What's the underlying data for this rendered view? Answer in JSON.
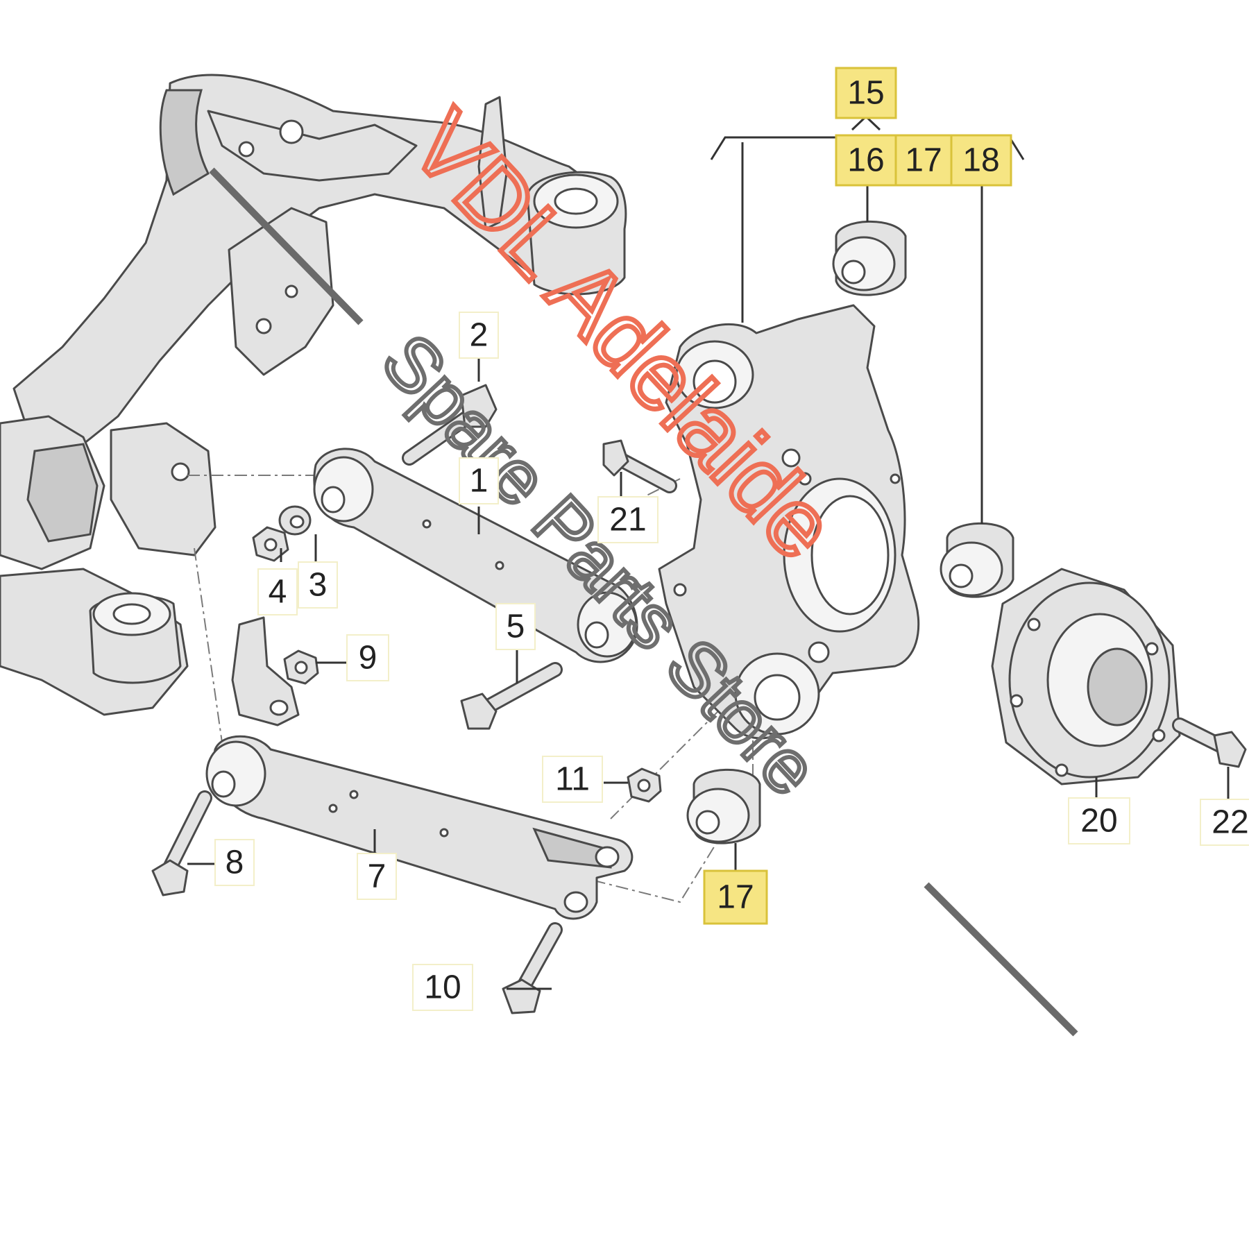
{
  "callouts": {
    "c1": "1",
    "c2": "2",
    "c3": "3",
    "c4": "4",
    "c5": "5",
    "c7": "7",
    "c8": "8",
    "c9": "9",
    "c10": "10",
    "c11": "11",
    "c15": "15",
    "c16": "16",
    "c17": "17",
    "c18": "18",
    "c17b": "17",
    "c20": "20",
    "c21": "21",
    "c22": "22"
  },
  "watermark": {
    "brand": "VDL Adelaide",
    "tagline": "Spare Parts Store"
  },
  "colors": {
    "highlight": "#f6e583",
    "watermark_brand": "#ee6f55",
    "watermark_tagline": "#6e6e6e",
    "part_fill": "#e3e3e3"
  }
}
